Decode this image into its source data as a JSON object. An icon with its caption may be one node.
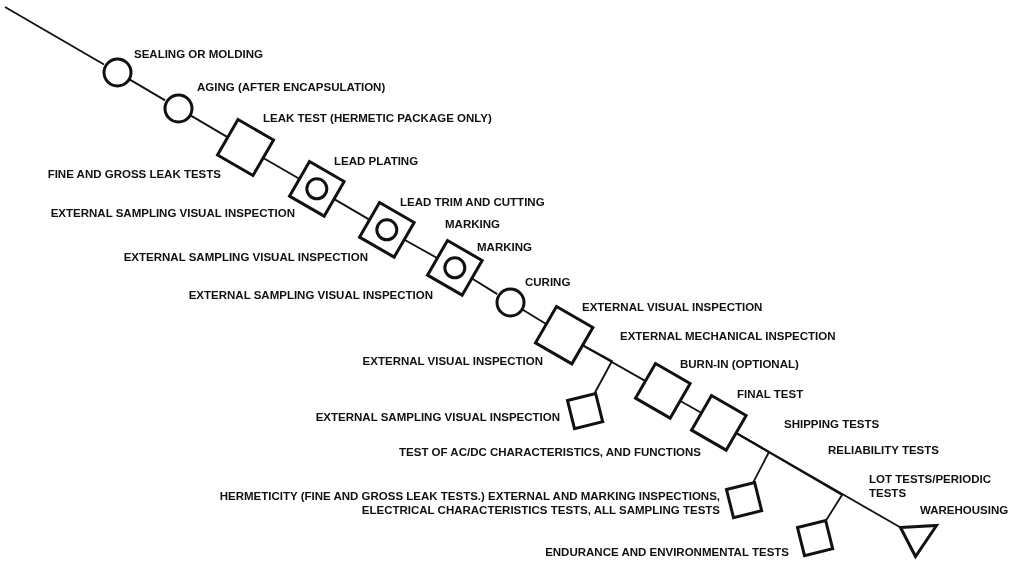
{
  "diagram": {
    "nodes": [
      {
        "text": [],
        "shape": "circle",
        "beside": [
          "SEALING OR MOLDING"
        ]
      },
      {
        "text": [],
        "shape": "circle",
        "beside": [
          "AGING (AFTER ENCAPSULATION)"
        ]
      },
      {
        "text": [],
        "shape": "box",
        "beside": [
          "LEAK TEST (HERMETIC PACKAGE ONLY)",
          "FINE AND GROSS LEAK TESTS"
        ]
      },
      {
        "text": [],
        "shape": "combined",
        "beside": [
          "LEAD PLATING",
          "EXTERNAL SAMPLING VISUAL INSPECTION"
        ]
      },
      {
        "text": [],
        "shape": "combined",
        "beside": [
          "LEAD TRIM AND CUTTING",
          "EXTERNAL SAMPLING VISUAL INSPECTION"
        ]
      },
      {
        "text": [],
        "shape": "combined",
        "beside": [
          "MARKING",
          "MARKING",
          "EXTERNAL SAMPLING VISUAL INSPECTION"
        ]
      },
      {
        "text": [],
        "shape": "circle",
        "beside": [
          "CURING"
        ]
      },
      {
        "text": [],
        "shape": "box",
        "beside": [
          "EXTERNAL VISUAL INSPECTION",
          "EXTERNAL MECHANICAL INSPECTION",
          "EXTERNAL VISUAL INSPECTION"
        ]
      },
      {
        "text": [],
        "shape": "box",
        "beside": [
          "EXTERNAL SAMPLING VISUAL INSPECTION"
        ]
      },
      {
        "text": [],
        "shape": "box",
        "beside": [
          "BURN-IN (OPTIONAL)"
        ]
      },
      {
        "text": [],
        "shape": "box",
        "beside": [
          "FINAL TEST",
          "TEST OF AC/DC CHARACTERISTICS, AND FUNCTIONS"
        ]
      },
      {
        "text": [],
        "shape": "box",
        "beside": [
          "HERMETICITY (FINE AND GROSS LEAK TESTS.) EXTERNAL AND MARKING INSPECTIONS, ELECTRICAL CHARACTERISTICS TESTS, ALL SAMPLING TESTS"
        ]
      },
      {
        "text": [],
        "shape": "box",
        "beside": [
          "RELIABILITY TESTS",
          "LOT TESTS/PERIODIC TESTS",
          "ENDURANCE AND ENVIRONMENTAL TESTS"
        ]
      },
      {
        "text": [],
        "shape": "triangle",
        "beside": [
          "WAREHOUSING"
        ]
      }
    ],
    "edges": [
      {
        "from": null,
        "to": 0,
        "arrow": "none"
      },
      {
        "from": 0,
        "to": 1,
        "arrow": "none"
      },
      {
        "from": 1,
        "to": 2,
        "arrow": "none"
      },
      {
        "from": 2,
        "to": 3,
        "arrow": "none"
      },
      {
        "from": 3,
        "to": 4,
        "arrow": "none"
      },
      {
        "from": 4,
        "to": 5,
        "arrow": "none"
      },
      {
        "from": 5,
        "to": 6,
        "arrow": "none"
      },
      {
        "from": 6,
        "to": 7,
        "arrow": "none"
      },
      {
        "from": 7,
        "to": 8,
        "arrow": "none"
      },
      {
        "from": 7,
        "to": 9,
        "arrow": "none"
      },
      {
        "from": 9,
        "to": 10,
        "arrow": "none"
      },
      {
        "from": 10,
        "to": 11,
        "arrow": "none"
      },
      {
        "from": 10,
        "to": 12,
        "arrow": "none"
      },
      {
        "from": 10,
        "to": 13,
        "arrow": "none"
      }
    ],
    "labels": [
      "SHIPPING TESTS"
    ]
  }
}
